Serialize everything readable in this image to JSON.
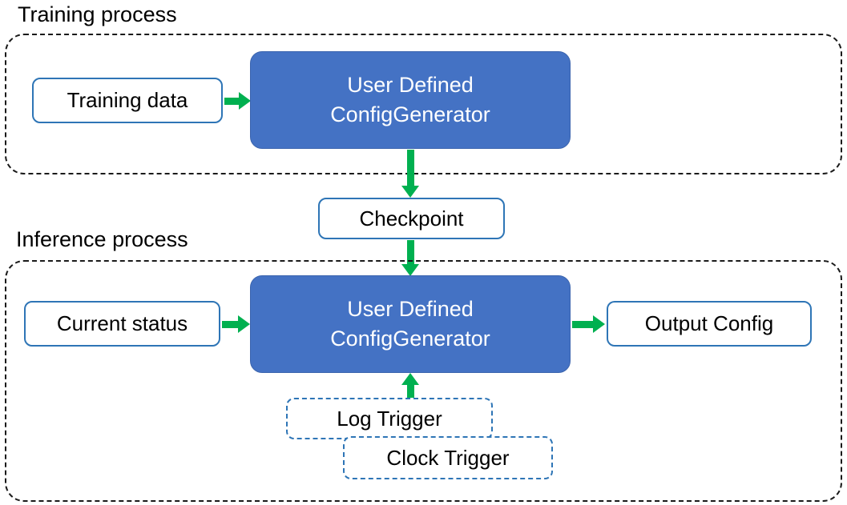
{
  "diagram": {
    "training": {
      "title": "Training process",
      "input_label": "Training data",
      "generator_line1": "User Defined",
      "generator_line2": "ConfigGenerator"
    },
    "checkpoint_label": "Checkpoint",
    "inference": {
      "title": "Inference process",
      "input_label": "Current status",
      "generator_line1": "User Defined",
      "generator_line2": "ConfigGenerator",
      "output_label": "Output Config",
      "log_trigger_label": "Log Trigger",
      "clock_trigger_label": "Clock Trigger"
    },
    "colors": {
      "generator_fill": "#4472C4",
      "io_box_border": "#2E75B6",
      "arrow_green": "#00B050",
      "dashed_container_border": "#1a1a1a"
    }
  }
}
